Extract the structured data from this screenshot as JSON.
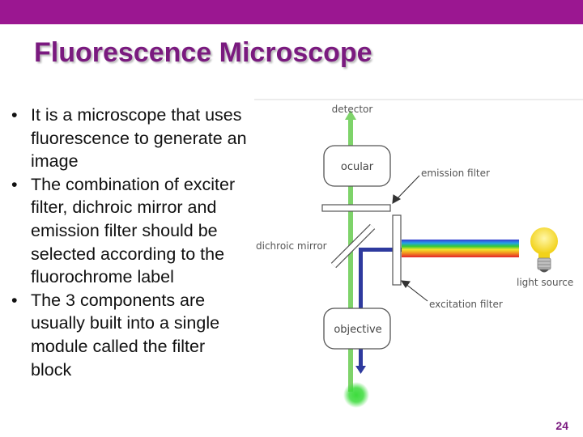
{
  "slide": {
    "title": "Fluorescence Microscope",
    "page_number": "24",
    "bullets": [
      "It is a microscope that uses fluorescence to generate an image",
      "The combination of exciter filter, dichroic mirror and emission filter should be selected according to the fluorochrome label",
      "The 3 components are usually built into a single module called the filter block"
    ]
  },
  "diagram": {
    "labels": {
      "detector": "detector",
      "ocular": "ocular",
      "emission_filter": "emission filter",
      "dichroic_mirror": "dichroic mirror",
      "light_source": "light source",
      "excitation_filter": "excitation filter",
      "objective": "objective"
    }
  },
  "colors": {
    "top_bar": "#9b1791",
    "title": "#7a1a7f",
    "emission_light": "#7ed36a",
    "excitation_light": "#2e3a9e",
    "specimen_glow": "#3ddc3d",
    "bulb": "#f7e23a"
  },
  "icons": [
    "lightbulb-icon"
  ]
}
